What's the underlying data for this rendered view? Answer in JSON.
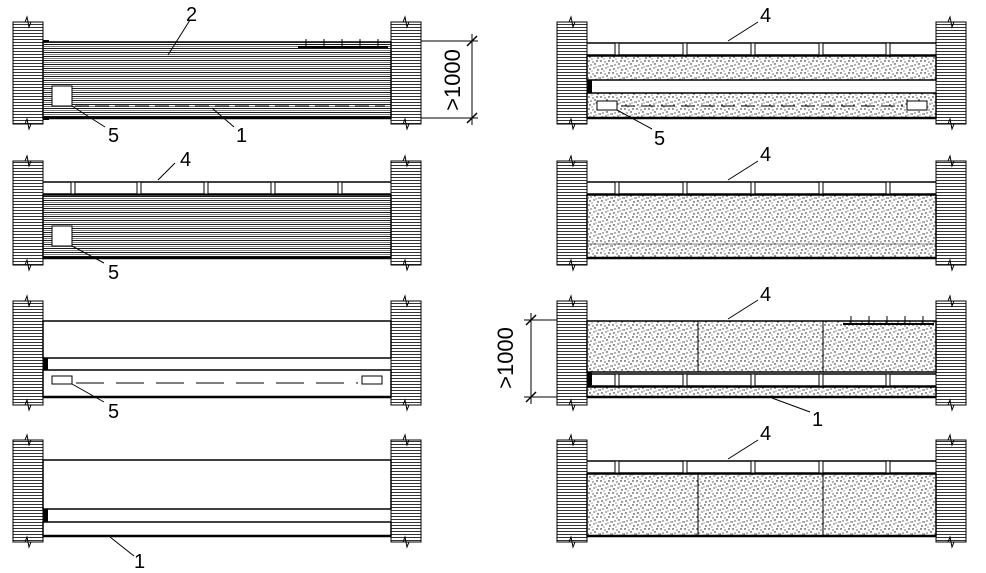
{
  "callouts": {
    "c1": "1",
    "c2": "2",
    "c4": "4",
    "c5": "5"
  },
  "dimension": ">1000"
}
